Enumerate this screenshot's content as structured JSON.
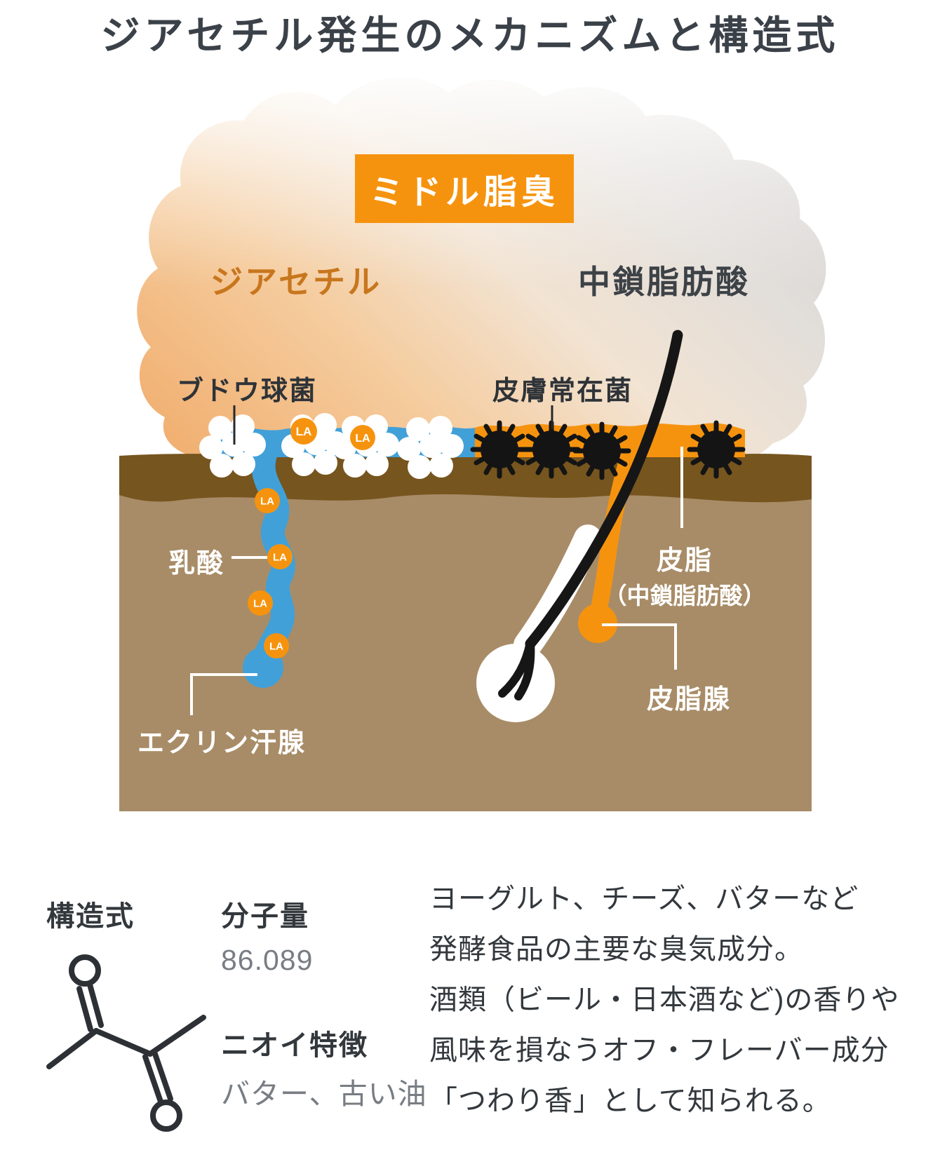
{
  "title": "ジアセチル発生のメカニズムと構造式",
  "diagram": {
    "odor_box_label": "ミドル脂臭",
    "left_compound_label": "ジアセチル",
    "right_compound_label": "中鎖脂肪酸",
    "staph_label": "ブドウ球菌",
    "skin_flora_label": "皮膚常在菌",
    "lactic_acid_label": "乳酸",
    "sebum_label_line1": "皮脂",
    "sebum_label_line2": "（中鎖脂肪酸）",
    "sebaceous_gland_label": "皮脂腺",
    "eccrine_gland_label": "エクリン汗腺",
    "la_badge": "LA"
  },
  "properties": {
    "structure_heading": "構造式",
    "molecular_weight_heading": "分子量",
    "molecular_weight_value": "86.089",
    "odor_feature_heading": "ニオイ特徴",
    "odor_feature_value": "バター、古い油"
  },
  "description_lines": [
    "ヨーグルト、チーズ、バターなど",
    "発酵食品の主要な臭気成分。",
    "酒類（ビール・日本酒など)の香りや",
    "風味を損なうオフ・フレーバー成分",
    "「つわり香」として知られる。"
  ],
  "colors": {
    "accent_orange": "#f6930e",
    "diacetyl_text_orange": "#c8761d",
    "sweat_blue": "#42a0d8",
    "skin_dark_brown": "#76551f",
    "skin_light_brown": "#a88c67",
    "hair_black": "#161616",
    "text_dark": "#3b4148",
    "text_gray": "#787d83"
  }
}
